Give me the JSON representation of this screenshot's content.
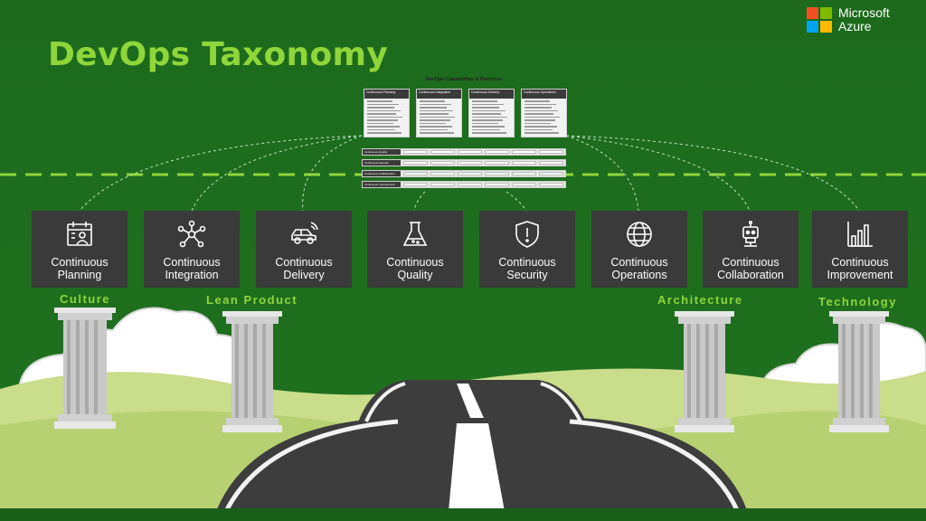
{
  "slide": {
    "title": "DevOps Taxonomy",
    "brand": {
      "line1": "Microsoft",
      "line2": "Azure",
      "colors": [
        "#f25022",
        "#7fba00",
        "#00a4ef",
        "#ffb900"
      ]
    },
    "accent_color": "#8fd63a",
    "tile_color": "#3a3a3a",
    "matrix": {
      "title": "DevOps Capabilities & Practices",
      "columns": [
        {
          "label": "Continuous Planning",
          "icon": "calendar-person-icon"
        },
        {
          "label": "Continuous Integration",
          "icon": "network-nodes-icon"
        },
        {
          "label": "Continuous Delivery",
          "icon": "connected-car-icon"
        },
        {
          "label": "Continuous Operations",
          "icon": "globe-icon"
        }
      ],
      "rows": [
        {
          "label": "Continuous Quality"
        },
        {
          "label": "Continuous Security"
        },
        {
          "label": "Continuous Collaboration"
        },
        {
          "label": "Continuous Improvement"
        }
      ]
    },
    "tiles": [
      {
        "line1": "Continuous",
        "line2": "Planning",
        "icon": "calendar-person-icon"
      },
      {
        "line1": "Continuous",
        "line2": "Integration",
        "icon": "network-nodes-icon"
      },
      {
        "line1": "Continuous",
        "line2": "Delivery",
        "icon": "connected-car-icon"
      },
      {
        "line1": "Continuous",
        "line2": "Quality",
        "icon": "flask-icon"
      },
      {
        "line1": "Continuous",
        "line2": "Security",
        "icon": "shield-alert-icon"
      },
      {
        "line1": "Continuous",
        "line2": "Operations",
        "icon": "globe-icon"
      },
      {
        "line1": "Continuous",
        "line2": "Collaboration",
        "icon": "robot-icon"
      },
      {
        "line1": "Continuous",
        "line2": "Improvement",
        "icon": "bar-chart-icon"
      }
    ],
    "pillars": [
      {
        "label": "Culture"
      },
      {
        "label": "Lean Product"
      },
      {
        "label": "Architecture"
      },
      {
        "label": "Technology"
      }
    ]
  }
}
